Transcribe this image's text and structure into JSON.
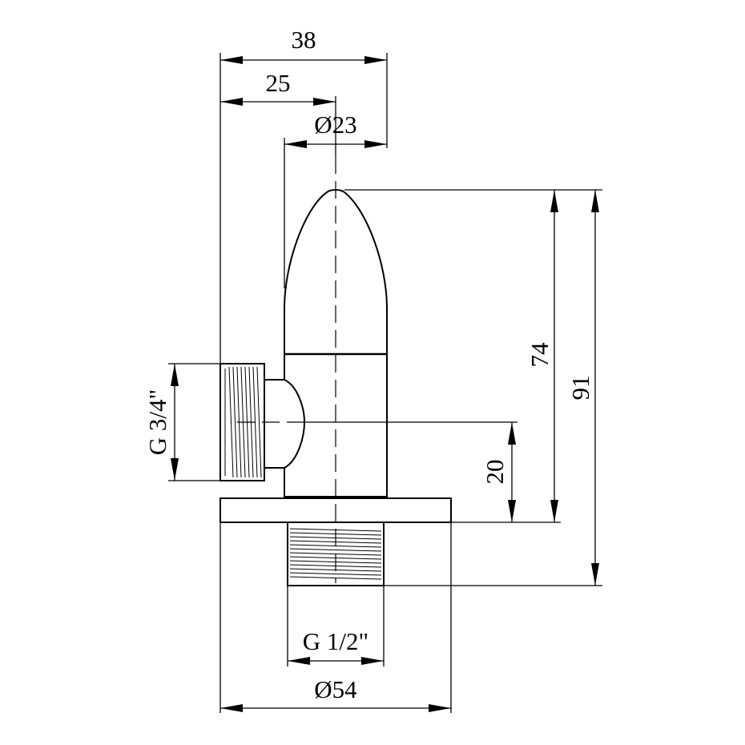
{
  "drawing": {
    "dimensions": {
      "overall_width": "38",
      "inlet_offset": "25",
      "body_diameter": "Ø23",
      "flange_diameter": "Ø54",
      "outlet_thread": "G 1/2\"",
      "inlet_thread": "G 3/4\"",
      "height_to_flange": "74",
      "total_height": "91",
      "inlet_height": "20"
    }
  }
}
